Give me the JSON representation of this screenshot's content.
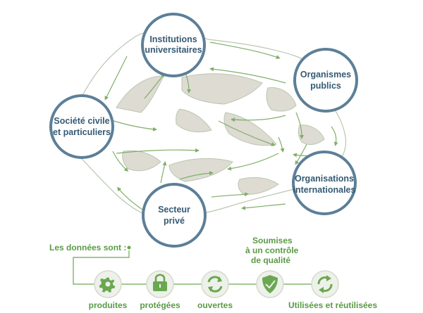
{
  "colors": {
    "node_ring": "#5d7f98",
    "node_text": "#355a74",
    "network_fill": "#ffffff",
    "network_stroke": "#b9c7b0",
    "network_hole": "#dedbd3",
    "arrow": "#7fae69",
    "green_text": "#5a9a46",
    "icon_green": "#6aa84f",
    "icon_circle_fill": "#eef0ea",
    "icon_circle_stroke": "#d4dbcc"
  },
  "nodes": [
    {
      "id": "institutions",
      "label_lines": [
        "Institutions",
        "universitaires"
      ],
      "icon": "none"
    },
    {
      "id": "organismes",
      "label_lines": [
        "Organismes",
        "publics"
      ],
      "icon": "none"
    },
    {
      "id": "societe",
      "label_lines": [
        "Société civile",
        "et particuliers"
      ],
      "icon": "none"
    },
    {
      "id": "organisations",
      "label_lines": [
        "Organisations",
        "internationales"
      ],
      "icon": "none"
    },
    {
      "id": "secteur",
      "label_lines": [
        "Secteur",
        "privé"
      ],
      "icon": "none"
    }
  ],
  "lifecycle": {
    "intro": "Les données sont :",
    "quality_lines": [
      "Soumises",
      "à un contrôle",
      "de qualité"
    ],
    "steps": [
      {
        "label": "produites",
        "icon": "gear-icon"
      },
      {
        "label": "protégées",
        "icon": "padlock-icon"
      },
      {
        "label": "ouvertes",
        "icon": "refresh-arrows-icon"
      },
      {
        "label": "",
        "icon": "shield-check-icon"
      },
      {
        "label": "Utilisées et réutilisées",
        "icon": "recycle-arrows-icon"
      }
    ]
  }
}
